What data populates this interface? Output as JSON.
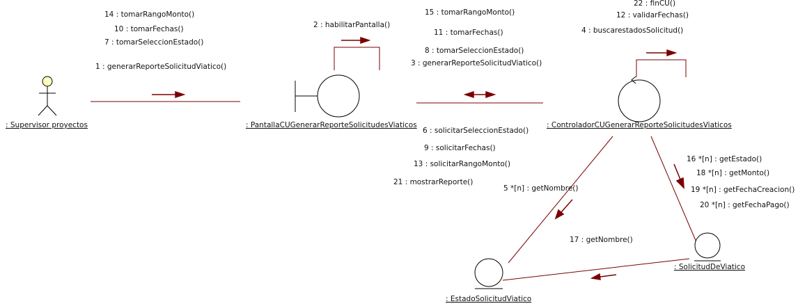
{
  "diagram": {
    "type": "UML communication diagram",
    "colors": {
      "link": "#7a0000",
      "arrow": "#7a0000",
      "symbol_stroke": "#000000",
      "actor_head": "#ffffc0",
      "background": "#ffffff"
    },
    "objects": {
      "actor": ": Supervisor proyectos",
      "boundary": ": PantallaCUGenerarReporteSolicitudesViaticos",
      "control": ": ControladorCUGenerarReporteSolicitudesViaticos",
      "estado": ": EstadoSolicitudViatico",
      "solicitud": ": SolicitudDeViatico"
    },
    "messages": {
      "actor_boundary": [
        "14 : tomarRangoMonto()",
        "10 : tomarFechas()",
        "7 : tomarSeleccionEstado()",
        "1 : generarReporteSolicitudViatico()"
      ],
      "boundary_self": [
        "2 : habilitarPantalla()"
      ],
      "boundary_control_top": [
        "15 : tomarRangoMonto()",
        "11 : tomarFechas()",
        "8 : tomarSeleccionEstado()",
        "3 : generarReporteSolicitudViatico()"
      ],
      "boundary_control_bottom": [
        "6 : solicitarSeleccionEstado()",
        "9 : solicitarFechas()",
        "13 : solicitarRangoMonto()",
        "21 : mostrarReporte()"
      ],
      "control_self": [
        "22 : finCU()",
        "12 : validarFechas()",
        "4 : buscarestadosSolicitud()"
      ],
      "control_estado": [
        "5 *[n] : getNombre()"
      ],
      "control_solicitud": [
        "16 *[n] : getEstado()",
        "18 *[n] : getMonto()",
        "19 *[n] : getFechaCreacion()",
        "20 *[n] : getFechaPago()"
      ],
      "solicitud_estado": [
        "17 : getNombre()"
      ]
    }
  }
}
